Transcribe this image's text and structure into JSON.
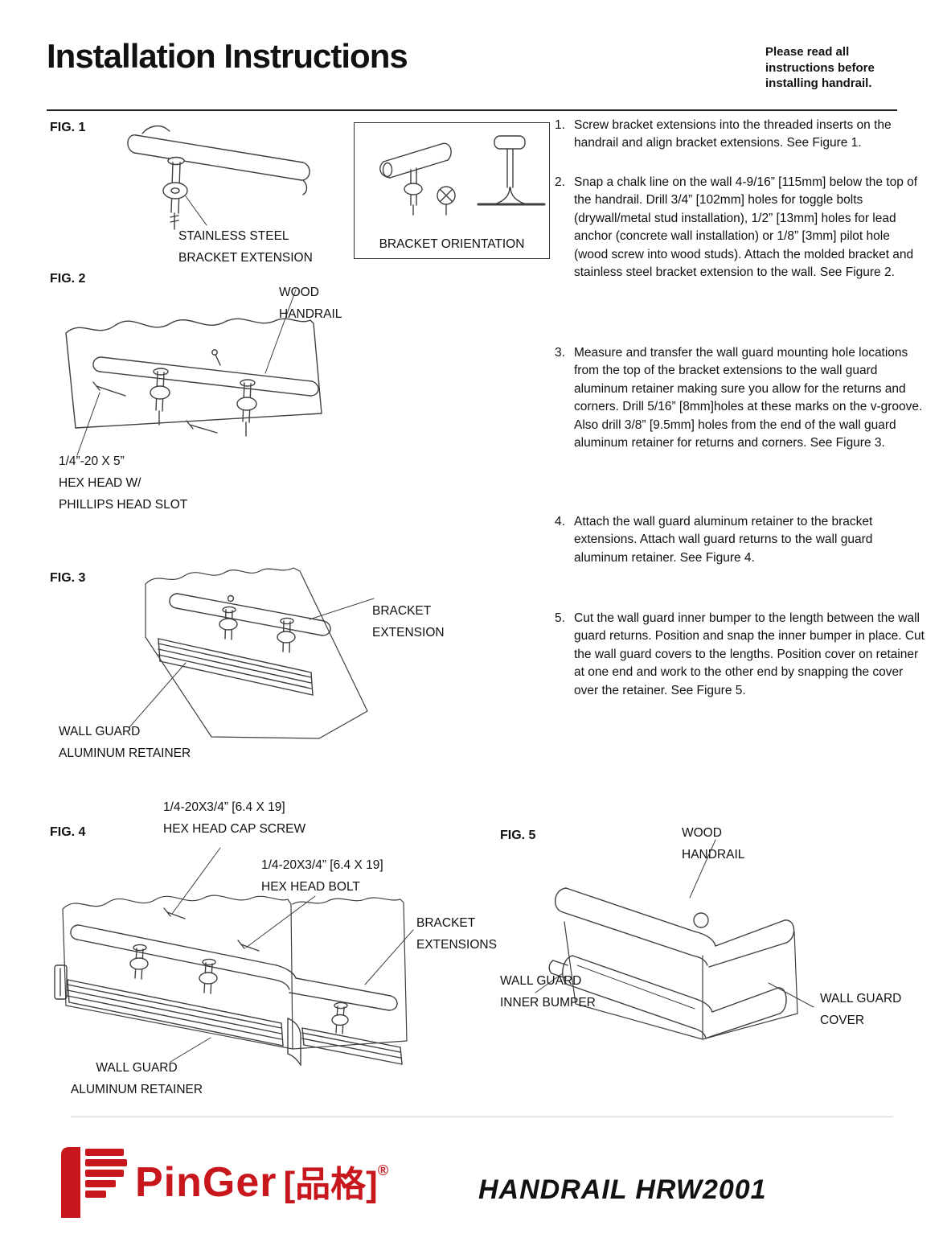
{
  "header": {
    "title": "Installation Instructions",
    "notice_lines": [
      "Please read all",
      "instructions before",
      "installing handrail."
    ]
  },
  "instructions": [
    {
      "num": "1.",
      "text": "Screw bracket extensions into the threaded inserts on the handrail and align bracket extensions. See Figure 1."
    },
    {
      "num": "2.",
      "text": "Snap a chalk line on the wall 4-9/16” [115mm] below the top of the handrail. Drill 3/4” [102mm] holes for toggle bolts (drywall/metal stud installation), 1/2” [13mm] holes for lead anchor (concrete wall installation) or 1/8” [3mm] pilot hole (wood screw into wood studs). Attach the molded bracket and stainless steel bracket extension to the wall. See Figure 2."
    },
    {
      "num": "3.",
      "text": "Measure and transfer the wall guard mounting hole locations from the top of the bracket extensions to the wall guard aluminum retainer making sure you allow for the returns and corners. Drill 5/16” [8mm]holes at these marks on the v-groove. Also drill 3/8” [9.5mm] holes from the end of the wall guard aluminum retainer for returns and corners. See Figure 3."
    },
    {
      "num": "4.",
      "text": "Attach the wall guard aluminum retainer to the bracket extensions. Attach wall guard returns to the wall guard aluminum retainer. See Figure 4."
    },
    {
      "num": "5.",
      "text": "Cut the wall guard inner bumper to the length between the wall guard returns. Position and snap the inner bumper in place. Cut the wall guard covers to the lengths. Position cover on retainer at one end and work to the other end by snapping the cover over the retainer. See Figure 5."
    }
  ],
  "figures": {
    "fig1": {
      "label": "FIG. 1",
      "caption": [
        "STAINLESS STEEL",
        "BRACKET EXTENSION"
      ]
    },
    "orientation": {
      "caption": "BRACKET ORIENTATION"
    },
    "fig2": {
      "label": "FIG. 2",
      "handrail": [
        "WOOD",
        "HANDRAIL"
      ],
      "screw": [
        "1/4”-20 X 5”",
        "HEX HEAD W/",
        "PHILLIPS HEAD SLOT"
      ]
    },
    "fig3": {
      "label": "FIG. 3",
      "bracket": [
        "BRACKET",
        "EXTENSION"
      ],
      "retainer": [
        "WALL GUARD",
        "ALUMINUM RETAINER"
      ]
    },
    "fig4": {
      "label": "FIG. 4",
      "cap_screw": [
        "1/4-20X3/4” [6.4 X 19]",
        "HEX HEAD CAP SCREW"
      ],
      "bolt": [
        "1/4-20X3/4” [6.4 X 19]",
        "HEX HEAD BOLT"
      ],
      "bracket": [
        "BRACKET",
        "EXTENSIONS"
      ],
      "retainer": [
        "WALL GUARD",
        "ALUMINUM RETAINER"
      ]
    },
    "fig5": {
      "label": "FIG. 5",
      "handrail": [
        "WOOD",
        "HANDRAIL"
      ],
      "bumper": [
        "WALL GUARD",
        "INNER BUMPER"
      ],
      "cover": [
        "WALL GUARD",
        "COVER"
      ]
    }
  },
  "footer": {
    "brand": "PinGer",
    "brand_cn": "[品格]",
    "registered": "®",
    "product": "HANDRAIL HRW2001"
  }
}
